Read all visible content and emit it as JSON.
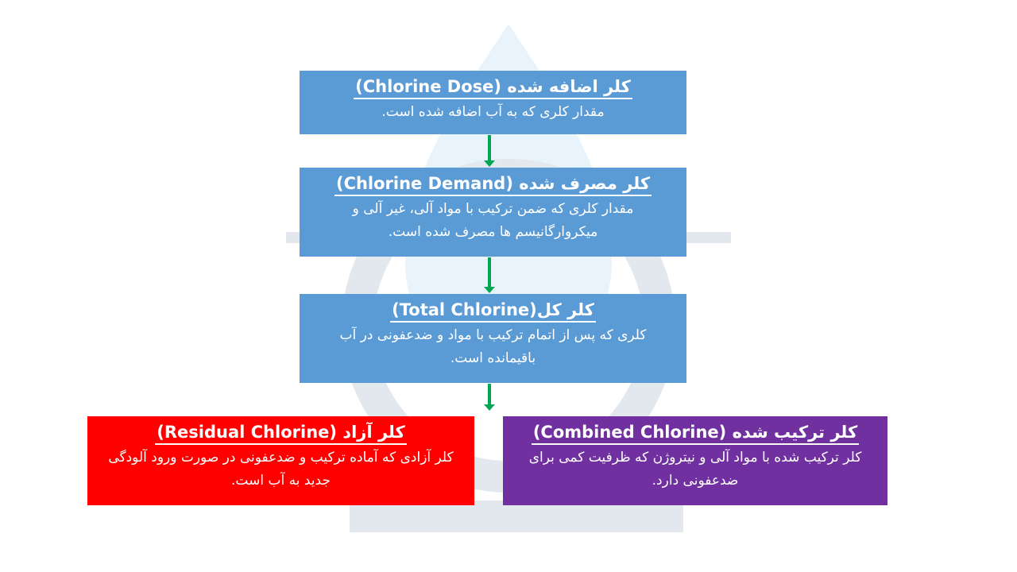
{
  "boxes": {
    "dose": {
      "title": "کلر اضافه شده (Chlorine Dose)",
      "desc": "مقدار کلری که به آب اضافه شده است.",
      "color": "#5b9bd5"
    },
    "demand": {
      "title": "کلر مصرف شده (Chlorine Demand)",
      "desc": "مقدار کلری که ضمن ترکیب با مواد آلی، غیر آلی و میکروارگانیسم ها مصرف شده است.",
      "color": "#5b9bd5"
    },
    "total": {
      "title": "کلر کل(Total Chlorine)",
      "desc": "کلری که پس از اتمام ترکیب با مواد و ضدعفونی در آب باقیمانده است.",
      "color": "#5b9bd5"
    },
    "residual": {
      "title": "کلر آزاد (Residual Chlorine)",
      "desc": "کلر آزادی که آماده ترکیب و ضدعفونی در صورت ورود آلودگی جدید به آب است.",
      "color": "#ff0000"
    },
    "combined": {
      "title": "کلر ترکیب شده (Combined Chlorine)",
      "desc": "کلر ترکیب شده با مواد آلی و نیتروژن که ظرفیت کمی برای ضدعفونی دارد.",
      "color": "#7030a0"
    }
  },
  "arrow_color": "#00a651"
}
